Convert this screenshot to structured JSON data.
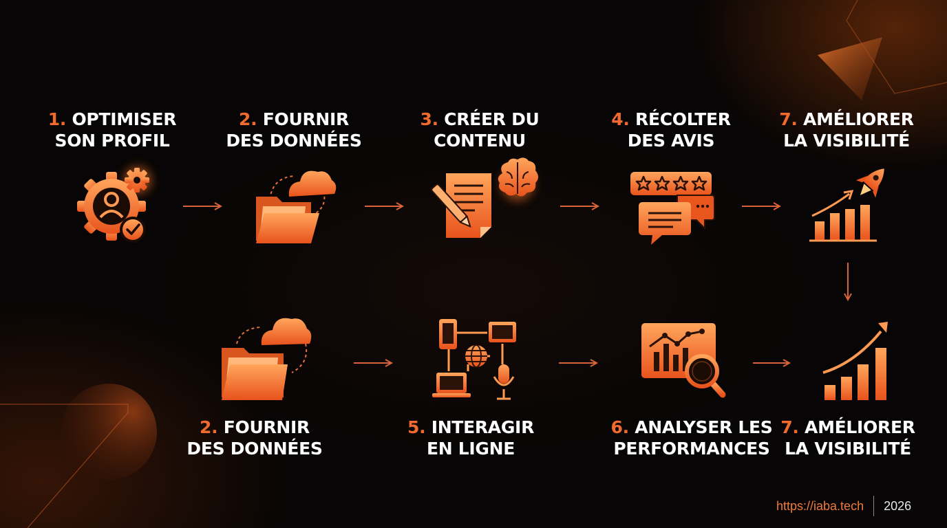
{
  "colors": {
    "accent": "#f26a2e",
    "icon_light": "#ffa25a",
    "icon_dark": "#e8561d",
    "background": "#070505"
  },
  "steps": [
    {
      "id": "s1",
      "num": "1.",
      "line1": "OPTIMISER",
      "line2": "SON PROFIL",
      "icon": "profile-gear-check-icon"
    },
    {
      "id": "s2",
      "num": "2.",
      "line1": "FOURNIR",
      "line2": "DES DONNÉES",
      "icon": "folder-cloud-icon"
    },
    {
      "id": "s3",
      "num": "3.",
      "line1": "CRÉER DU",
      "line2": "CONTENU",
      "icon": "document-pen-brain-icon"
    },
    {
      "id": "s4",
      "num": "4.",
      "line1": "RÉCOLTER",
      "line2": "DES AVIS",
      "icon": "star-review-chat-icon"
    },
    {
      "id": "s7a",
      "num": "7.",
      "line1": "AMÉLIORER",
      "line2": "LA VISIBILITÉ",
      "icon": "rocket-growth-chart-icon"
    },
    {
      "id": "s2b",
      "num": "2.",
      "line1": "FOURNIR",
      "line2": "DES DONNÉES",
      "icon": "folder-cloud-icon"
    },
    {
      "id": "s5",
      "num": "5.",
      "line1": "INTERAGIR",
      "line2": "EN LIGNE",
      "icon": "devices-network-icon"
    },
    {
      "id": "s6",
      "num": "6.",
      "line1": "ANALYSER LES",
      "line2": "PERFORMANCES",
      "icon": "analytics-magnifier-icon"
    },
    {
      "id": "s7b",
      "num": "7.",
      "line1": "AMÉLIORER",
      "line2": "LA VISIBILITÉ",
      "icon": "growth-bar-chart-icon"
    }
  ],
  "footer": {
    "url": "https://iaba.tech",
    "year": "2026"
  }
}
